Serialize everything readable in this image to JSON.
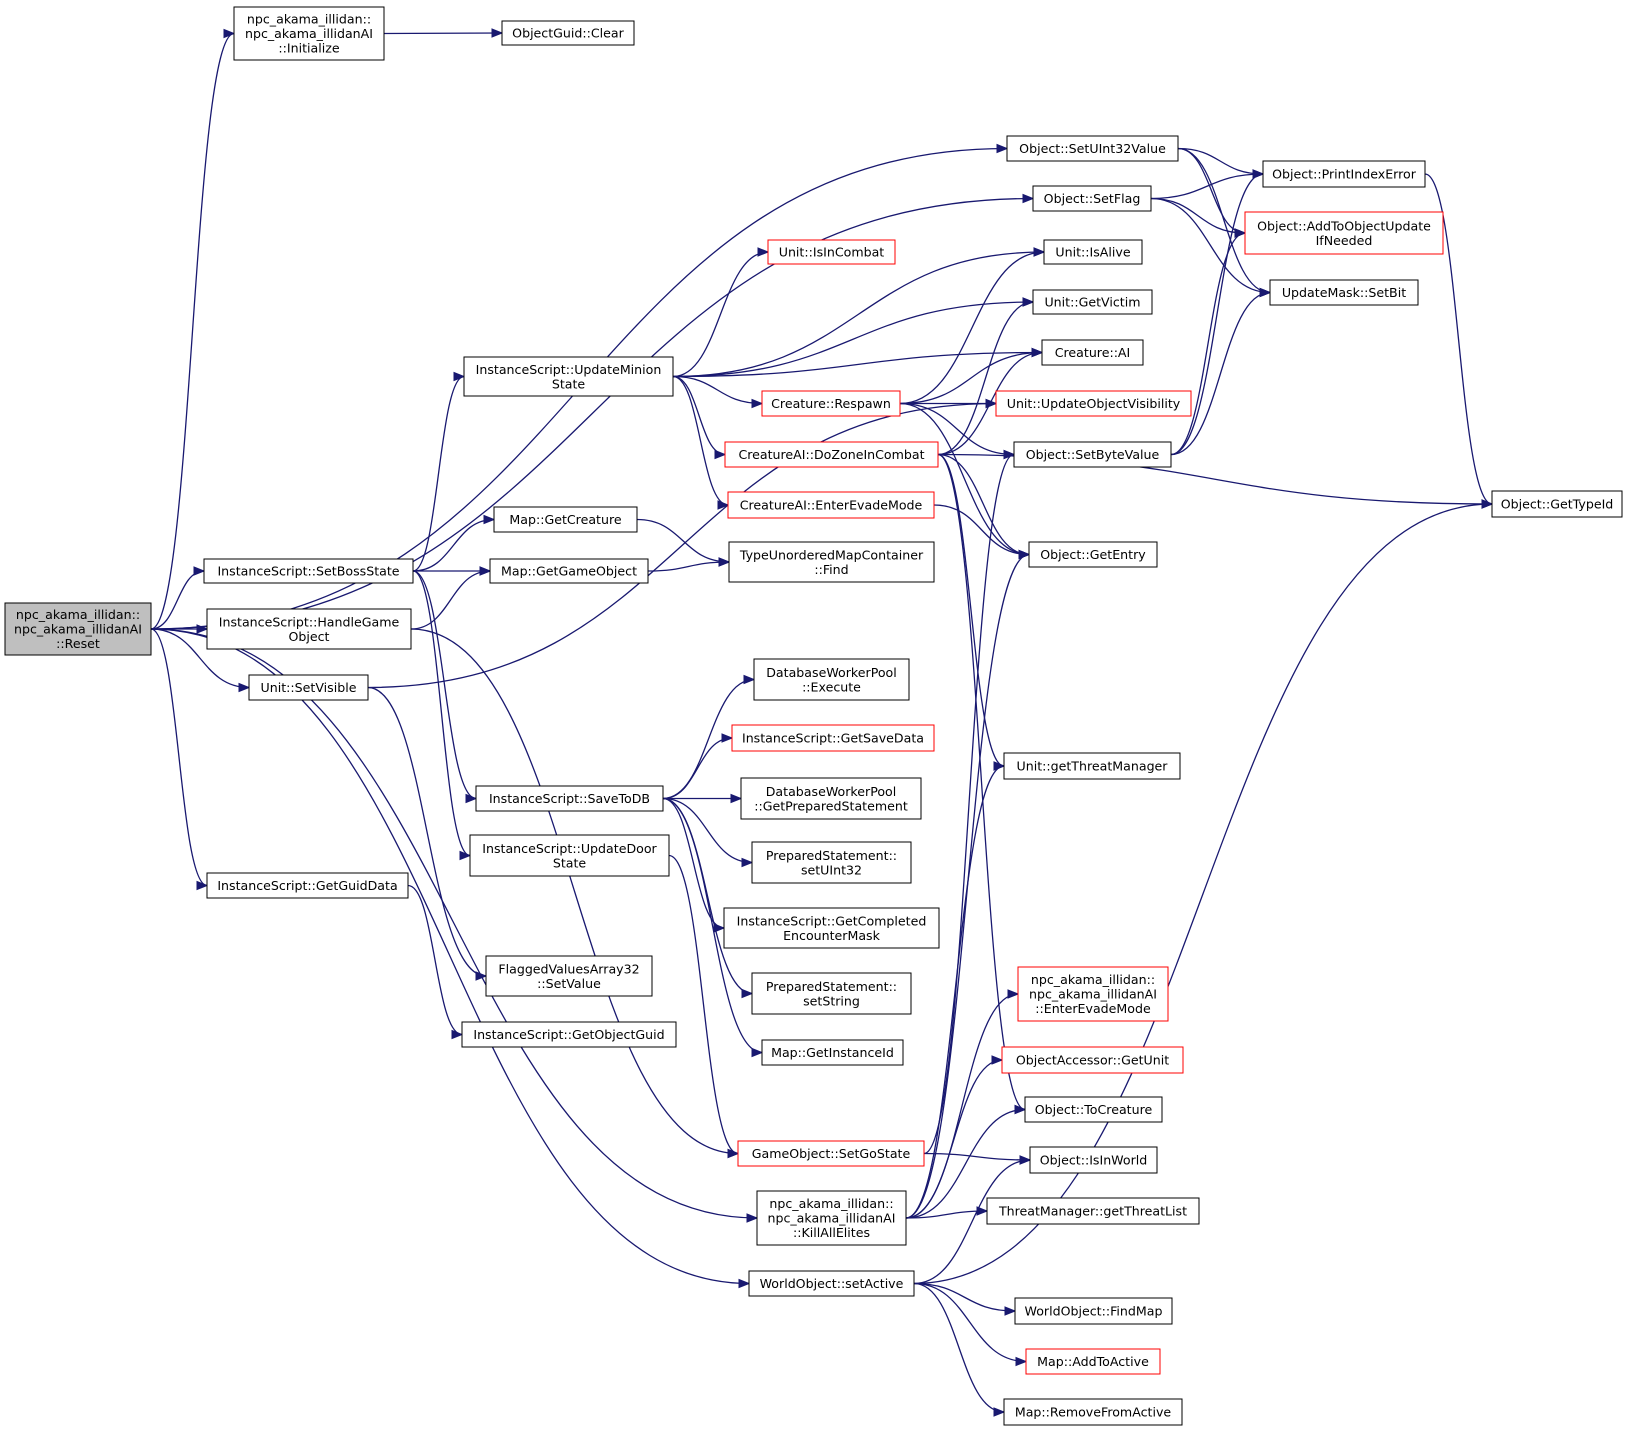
{
  "nodes": [
    {
      "id": "root",
      "lines": [
        "npc_akama_illidan::",
        "npc_akama_illidanAI",
        "::Reset"
      ],
      "style": "root"
    },
    {
      "id": "initialize",
      "lines": [
        "npc_akama_illidan::",
        "npc_akama_illidanAI",
        "::Initialize"
      ],
      "style": "normal"
    },
    {
      "id": "guid_clear",
      "lines": [
        "ObjectGuid::Clear"
      ],
      "style": "normal"
    },
    {
      "id": "set_uint32_value",
      "lines": [
        "Object::SetUInt32Value"
      ],
      "style": "normal"
    },
    {
      "id": "print_index_error",
      "lines": [
        "Object::PrintIndexError"
      ],
      "style": "normal"
    },
    {
      "id": "set_flag",
      "lines": [
        "Object::SetFlag"
      ],
      "style": "normal"
    },
    {
      "id": "add_to_object_update",
      "lines": [
        "Object::AddToObjectUpdate",
        "IfNeeded"
      ],
      "style": "red"
    },
    {
      "id": "unit_is_in_combat",
      "lines": [
        "Unit::IsInCombat"
      ],
      "style": "red"
    },
    {
      "id": "unit_is_alive",
      "lines": [
        "Unit::IsAlive"
      ],
      "style": "normal"
    },
    {
      "id": "update_mask_set_bit",
      "lines": [
        "UpdateMask::SetBit"
      ],
      "style": "normal"
    },
    {
      "id": "unit_get_victim",
      "lines": [
        "Unit::GetVictim"
      ],
      "style": "normal"
    },
    {
      "id": "creature_ai",
      "lines": [
        "Creature::AI"
      ],
      "style": "normal"
    },
    {
      "id": "update_minion_state",
      "lines": [
        "InstanceScript::UpdateMinion",
        "State"
      ],
      "style": "normal"
    },
    {
      "id": "creature_respawn",
      "lines": [
        "Creature::Respawn"
      ],
      "style": "red"
    },
    {
      "id": "unit_update_object_visibility",
      "lines": [
        "Unit::UpdateObjectVisibility"
      ],
      "style": "red"
    },
    {
      "id": "set_byte_value",
      "lines": [
        "Object::SetByteValue"
      ],
      "style": "normal"
    },
    {
      "id": "do_zone_in_combat",
      "lines": [
        "CreatureAI::DoZoneInCombat"
      ],
      "style": "red"
    },
    {
      "id": "enter_evade_mode",
      "lines": [
        "CreatureAI::EnterEvadeMode"
      ],
      "style": "red"
    },
    {
      "id": "object_get_type_id",
      "lines": [
        "Object::GetTypeId"
      ],
      "style": "normal"
    },
    {
      "id": "map_get_creature",
      "lines": [
        "Map::GetCreature"
      ],
      "style": "normal"
    },
    {
      "id": "object_get_entry",
      "lines": [
        "Object::GetEntry"
      ],
      "style": "normal"
    },
    {
      "id": "set_boss_state",
      "lines": [
        "InstanceScript::SetBossState"
      ],
      "style": "normal"
    },
    {
      "id": "map_get_game_object",
      "lines": [
        "Map::GetGameObject"
      ],
      "style": "normal"
    },
    {
      "id": "type_unordered_find",
      "lines": [
        "TypeUnorderedMapContainer",
        "::Find"
      ],
      "style": "normal"
    },
    {
      "id": "handle_game_object",
      "lines": [
        "InstanceScript::HandleGame",
        "Object"
      ],
      "style": "normal"
    },
    {
      "id": "unit_set_visible",
      "lines": [
        "Unit::SetVisible"
      ],
      "style": "normal"
    },
    {
      "id": "db_pool_execute",
      "lines": [
        "DatabaseWorkerPool",
        "::Execute"
      ],
      "style": "normal"
    },
    {
      "id": "get_save_data",
      "lines": [
        "InstanceScript::GetSaveData"
      ],
      "style": "red"
    },
    {
      "id": "unit_get_threat_manager",
      "lines": [
        "Unit::getThreatManager"
      ],
      "style": "normal"
    },
    {
      "id": "save_to_db",
      "lines": [
        "InstanceScript::SaveToDB"
      ],
      "style": "normal"
    },
    {
      "id": "db_pool_get_prepared",
      "lines": [
        "DatabaseWorkerPool",
        "::GetPreparedStatement"
      ],
      "style": "normal"
    },
    {
      "id": "update_door_state",
      "lines": [
        "InstanceScript::UpdateDoor",
        "State"
      ],
      "style": "normal"
    },
    {
      "id": "prepared_set_uint32",
      "lines": [
        "PreparedStatement::",
        "setUInt32"
      ],
      "style": "normal"
    },
    {
      "id": "get_guid_data",
      "lines": [
        "InstanceScript::GetGuidData"
      ],
      "style": "normal"
    },
    {
      "id": "get_completed_encounter_mask",
      "lines": [
        "InstanceScript::GetCompleted",
        "EncounterMask"
      ],
      "style": "normal"
    },
    {
      "id": "flagged_values_set_value",
      "lines": [
        "FlaggedValuesArray32",
        "::SetValue"
      ],
      "style": "normal"
    },
    {
      "id": "prepared_set_string",
      "lines": [
        "PreparedStatement::",
        "setString"
      ],
      "style": "normal"
    },
    {
      "id": "npc_enter_evade_mode",
      "lines": [
        "npc_akama_illidan::",
        "npc_akama_illidanAI",
        "::EnterEvadeMode"
      ],
      "style": "red"
    },
    {
      "id": "get_object_guid",
      "lines": [
        "InstanceScript::GetObjectGuid"
      ],
      "style": "normal"
    },
    {
      "id": "map_get_instance_id",
      "lines": [
        "Map::GetInstanceId"
      ],
      "style": "normal"
    },
    {
      "id": "object_accessor_get_unit",
      "lines": [
        "ObjectAccessor::GetUnit"
      ],
      "style": "red"
    },
    {
      "id": "object_to_creature",
      "lines": [
        "Object::ToCreature"
      ],
      "style": "normal"
    },
    {
      "id": "go_set_go_state",
      "lines": [
        "GameObject::SetGoState"
      ],
      "style": "red"
    },
    {
      "id": "object_is_in_world",
      "lines": [
        "Object::IsInWorld"
      ],
      "style": "normal"
    },
    {
      "id": "kill_all_elites",
      "lines": [
        "npc_akama_illidan::",
        "npc_akama_illidanAI",
        "::KillAllElites"
      ],
      "style": "normal"
    },
    {
      "id": "threat_get_list",
      "lines": [
        "ThreatManager::getThreatList"
      ],
      "style": "normal"
    },
    {
      "id": "world_set_active",
      "lines": [
        "WorldObject::setActive"
      ],
      "style": "normal"
    },
    {
      "id": "world_find_map",
      "lines": [
        "WorldObject::FindMap"
      ],
      "style": "normal"
    },
    {
      "id": "map_add_to_active",
      "lines": [
        "Map::AddToActive"
      ],
      "style": "red"
    },
    {
      "id": "map_remove_from_active",
      "lines": [
        "Map::RemoveFromActive"
      ],
      "style": "normal"
    }
  ],
  "edges": [
    {
      "from": "root",
      "to": "initialize"
    },
    {
      "from": "root",
      "to": "set_uint32_value"
    },
    {
      "from": "root",
      "to": "set_flag"
    },
    {
      "from": "root",
      "to": "set_boss_state"
    },
    {
      "from": "root",
      "to": "handle_game_object"
    },
    {
      "from": "root",
      "to": "unit_set_visible"
    },
    {
      "from": "root",
      "to": "get_guid_data"
    },
    {
      "from": "root",
      "to": "kill_all_elites"
    },
    {
      "from": "root",
      "to": "world_set_active"
    },
    {
      "from": "initialize",
      "to": "guid_clear"
    },
    {
      "from": "set_uint32_value",
      "to": "print_index_error"
    },
    {
      "from": "set_uint32_value",
      "to": "add_to_object_update"
    },
    {
      "from": "set_uint32_value",
      "to": "update_mask_set_bit"
    },
    {
      "from": "set_flag",
      "to": "print_index_error"
    },
    {
      "from": "set_flag",
      "to": "add_to_object_update"
    },
    {
      "from": "set_flag",
      "to": "update_mask_set_bit"
    },
    {
      "from": "print_index_error",
      "to": "object_get_type_id"
    },
    {
      "from": "update_minion_state",
      "to": "unit_is_in_combat"
    },
    {
      "from": "update_minion_state",
      "to": "unit_is_alive"
    },
    {
      "from": "update_minion_state",
      "to": "unit_get_victim"
    },
    {
      "from": "update_minion_state",
      "to": "creature_ai"
    },
    {
      "from": "update_minion_state",
      "to": "creature_respawn"
    },
    {
      "from": "update_minion_state",
      "to": "do_zone_in_combat"
    },
    {
      "from": "update_minion_state",
      "to": "enter_evade_mode"
    },
    {
      "from": "creature_respawn",
      "to": "unit_is_alive"
    },
    {
      "from": "creature_respawn",
      "to": "creature_ai"
    },
    {
      "from": "creature_respawn",
      "to": "unit_update_object_visibility"
    },
    {
      "from": "creature_respawn",
      "to": "set_byte_value"
    },
    {
      "from": "creature_respawn",
      "to": "object_get_entry"
    },
    {
      "from": "set_byte_value",
      "to": "print_index_error"
    },
    {
      "from": "set_byte_value",
      "to": "add_to_object_update"
    },
    {
      "from": "set_byte_value",
      "to": "update_mask_set_bit"
    },
    {
      "from": "do_zone_in_combat",
      "to": "creature_ai"
    },
    {
      "from": "do_zone_in_combat",
      "to": "unit_get_victim"
    },
    {
      "from": "do_zone_in_combat",
      "to": "object_get_type_id"
    },
    {
      "from": "do_zone_in_combat",
      "to": "object_get_entry"
    },
    {
      "from": "do_zone_in_combat",
      "to": "unit_get_threat_manager"
    },
    {
      "from": "do_zone_in_combat",
      "to": "object_to_creature"
    },
    {
      "from": "enter_evade_mode",
      "to": "object_get_entry"
    },
    {
      "from": "set_boss_state",
      "to": "update_minion_state"
    },
    {
      "from": "set_boss_state",
      "to": "map_get_creature"
    },
    {
      "from": "set_boss_state",
      "to": "map_get_game_object"
    },
    {
      "from": "set_boss_state",
      "to": "save_to_db"
    },
    {
      "from": "set_boss_state",
      "to": "update_door_state"
    },
    {
      "from": "map_get_creature",
      "to": "type_unordered_find"
    },
    {
      "from": "map_get_game_object",
      "to": "type_unordered_find"
    },
    {
      "from": "handle_game_object",
      "to": "map_get_game_object"
    },
    {
      "from": "handle_game_object",
      "to": "go_set_go_state"
    },
    {
      "from": "unit_set_visible",
      "to": "unit_update_object_visibility"
    },
    {
      "from": "unit_set_visible",
      "to": "flagged_values_set_value"
    },
    {
      "from": "save_to_db",
      "to": "db_pool_execute"
    },
    {
      "from": "save_to_db",
      "to": "get_save_data"
    },
    {
      "from": "save_to_db",
      "to": "db_pool_get_prepared"
    },
    {
      "from": "save_to_db",
      "to": "prepared_set_uint32"
    },
    {
      "from": "save_to_db",
      "to": "get_completed_encounter_mask"
    },
    {
      "from": "save_to_db",
      "to": "prepared_set_string"
    },
    {
      "from": "save_to_db",
      "to": "map_get_instance_id"
    },
    {
      "from": "update_door_state",
      "to": "go_set_go_state"
    },
    {
      "from": "get_guid_data",
      "to": "get_object_guid"
    },
    {
      "from": "go_set_go_state",
      "to": "set_byte_value"
    },
    {
      "from": "go_set_go_state",
      "to": "object_is_in_world"
    },
    {
      "from": "kill_all_elites",
      "to": "unit_get_threat_manager"
    },
    {
      "from": "kill_all_elites",
      "to": "threat_get_list"
    },
    {
      "from": "kill_all_elites",
      "to": "object_accessor_get_unit"
    },
    {
      "from": "kill_all_elites",
      "to": "object_to_creature"
    },
    {
      "from": "kill_all_elites",
      "to": "object_get_entry"
    },
    {
      "from": "kill_all_elites",
      "to": "npc_enter_evade_mode"
    },
    {
      "from": "world_set_active",
      "to": "object_is_in_world"
    },
    {
      "from": "world_set_active",
      "to": "object_get_type_id"
    },
    {
      "from": "world_set_active",
      "to": "world_find_map"
    },
    {
      "from": "world_set_active",
      "to": "map_add_to_active"
    },
    {
      "from": "world_set_active",
      "to": "map_remove_from_active"
    }
  ]
}
